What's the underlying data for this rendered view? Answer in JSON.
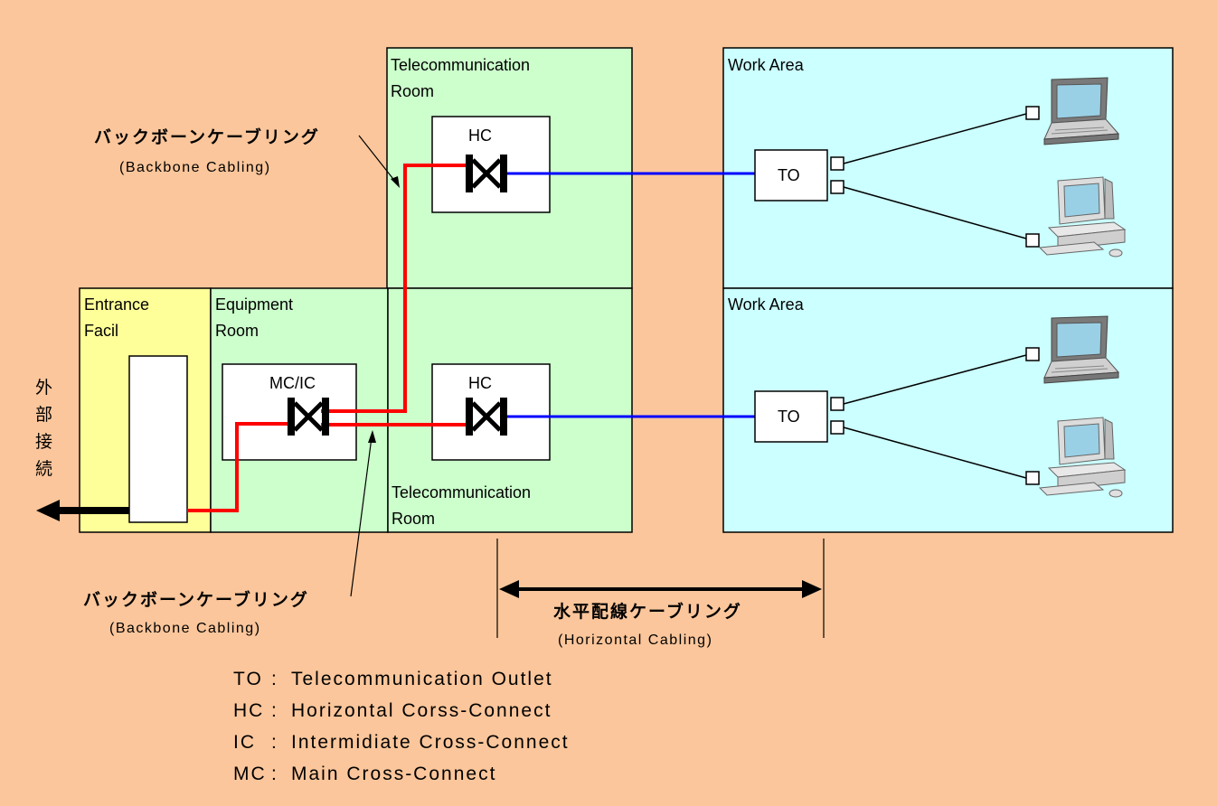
{
  "colors": {
    "background": "#fbc69b",
    "entrance": "#ffff99",
    "room": "#ccffcc",
    "work_area": "#ccffff",
    "backbone_cable": "#ff0000",
    "horizontal_cable": "#0000ff"
  },
  "rooms": {
    "telecom_room_top": [
      "Telecommunication",
      "Room"
    ],
    "telecom_room_bottom": [
      "Telecommunication",
      "Room"
    ],
    "equipment_room": [
      "Equipment",
      "Room"
    ],
    "entrance_facility": [
      "Entrance",
      "Facil"
    ],
    "work_area_top": "Work Area",
    "work_area_bottom": "Work Area"
  },
  "devices": {
    "hc_top": "HC",
    "hc_bottom": "HC",
    "mc_ic": "MC/IC",
    "to_top": "TO",
    "to_bottom": "TO"
  },
  "external_label": [
    "外",
    "部",
    "接",
    "続"
  ],
  "annotations": {
    "backbone_top": {
      "jp": "バックボーンケーブリング",
      "en": "(Backbone Cabling)"
    },
    "backbone_bottom": {
      "jp": "バックボーンケーブリング",
      "en": "(Backbone Cabling)"
    },
    "horizontal": {
      "jp": "水平配線ケーブリング",
      "en": "(Horizontal Cabling)"
    }
  },
  "legend": [
    {
      "abbr": "TO",
      "text": "Telecommunication Outlet"
    },
    {
      "abbr": "HC",
      "text": "Horizontal Corss-Connect"
    },
    {
      "abbr": "IC",
      "text": "Intermidiate Cross-Connect"
    },
    {
      "abbr": "MC",
      "text": "Main Cross-Connect"
    }
  ],
  "icons": [
    "laptop-icon",
    "desktop-computer-icon",
    "cross-connect-icon"
  ]
}
